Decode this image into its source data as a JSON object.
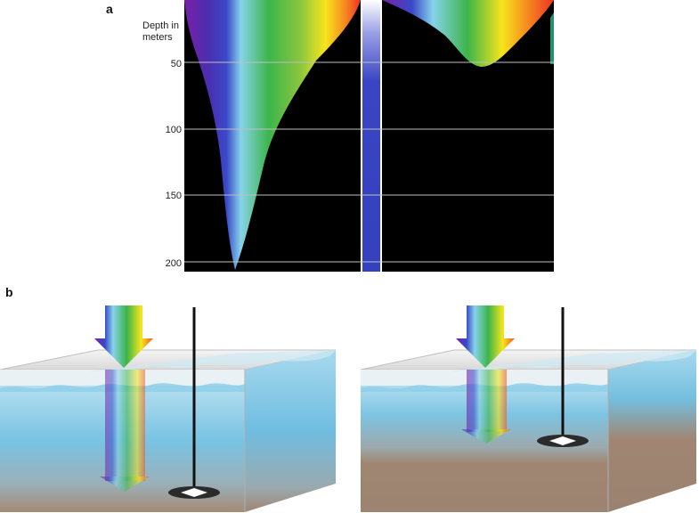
{
  "figure": {
    "panel_a": "a",
    "panel_b": "b"
  },
  "chart": {
    "y_axis_title": "Depth in meters",
    "ticks": [
      "50",
      "100",
      "150",
      "200"
    ]
  },
  "colors": {
    "background": "#000000",
    "water": "#7fc9e6",
    "sediment": "#a08672",
    "spectrum": [
      "#7a1fa8",
      "#3a49c9",
      "#86d3ea",
      "#3cb54a",
      "#f7e51c",
      "#f0541e"
    ]
  }
}
